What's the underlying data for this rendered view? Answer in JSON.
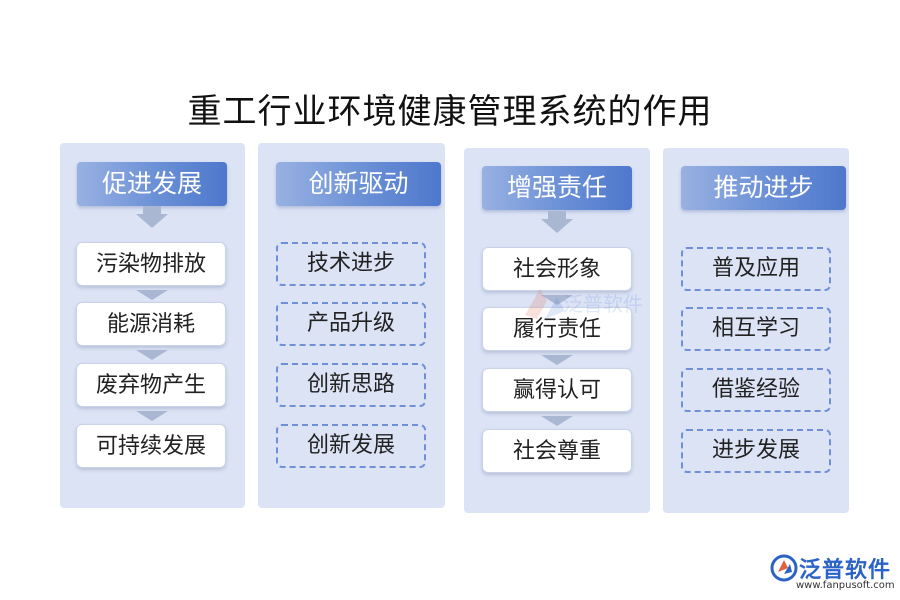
{
  "title": "重工行业环境健康管理系统的作用",
  "columns": [
    {
      "header": "促进发展",
      "style": "solid",
      "items": [
        "污染物排放",
        "能源消耗",
        "废弃物产生",
        "可持续发展"
      ]
    },
    {
      "header": "创新驱动",
      "style": "dashed",
      "items": [
        "技术进步",
        "产品升级",
        "创新思路",
        "创新发展"
      ]
    },
    {
      "header": "增强责任",
      "style": "solid",
      "items": [
        "社会形象",
        "履行责任",
        "赢得认可",
        "社会尊重"
      ]
    },
    {
      "header": "推动进步",
      "style": "dashed",
      "items": [
        "普及应用",
        "相互学习",
        "借鉴经验",
        "进步发展"
      ]
    }
  ],
  "logo": {
    "name": "泛普软件",
    "url": "www.fanpusoft.com"
  },
  "watermark": {
    "text": "泛普软件"
  },
  "colors": {
    "panel": "#dbe3f5",
    "header_start": "#98b1e2",
    "header_end": "#4e78cc",
    "dashed_border": "#6f8fd8",
    "arrow": "#a9b7d3",
    "logo": "#2b63c6"
  }
}
